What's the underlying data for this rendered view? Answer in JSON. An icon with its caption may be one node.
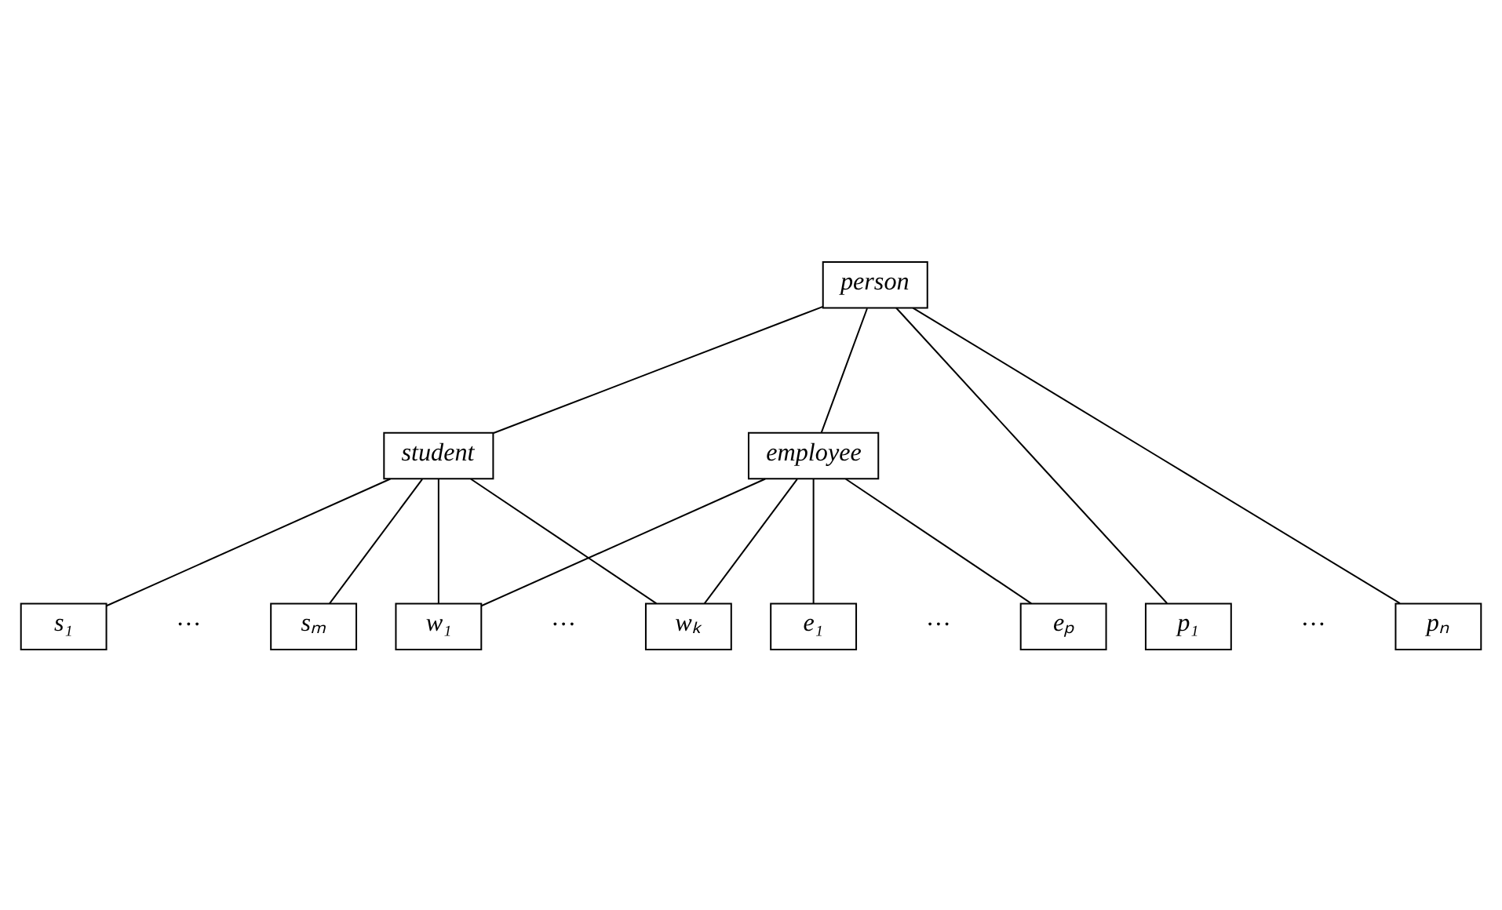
{
  "diagram": {
    "nodes": [
      {
        "text": [
          "person"
        ]
      },
      {
        "text": [
          "student"
        ]
      },
      {
        "text": [
          "employee"
        ]
      },
      {
        "text": [
          "p₁"
        ]
      },
      {
        "text": [
          "pₙ"
        ]
      },
      {
        "text": [
          "s₁"
        ]
      },
      {
        "text": [
          "sₘ"
        ]
      },
      {
        "text": [
          "w₁"
        ]
      },
      {
        "text": [
          "wₖ"
        ]
      },
      {
        "text": [
          "e₁"
        ]
      },
      {
        "text": [
          "eₚ"
        ]
      }
    ],
    "edges": [
      {
        "from": 0,
        "to": 3,
        "arrow": "none"
      },
      {
        "from": 0,
        "to": 4,
        "arrow": "none"
      },
      {
        "from": 0,
        "to": 1,
        "arrow": "none"
      },
      {
        "from": 0,
        "to": 2,
        "arrow": "none"
      },
      {
        "from": 1,
        "to": 5,
        "arrow": "none"
      },
      {
        "from": 1,
        "to": 6,
        "arrow": "none"
      },
      {
        "from": 1,
        "to": 7,
        "arrow": "none"
      },
      {
        "from": 1,
        "to": 8,
        "arrow": "none"
      },
      {
        "from": 2,
        "to": 7,
        "arrow": "none"
      },
      {
        "from": 2,
        "to": 8,
        "arrow": "none"
      },
      {
        "from": 2,
        "to": 9,
        "arrow": "none"
      },
      {
        "from": 2,
        "to": 10,
        "arrow": "none"
      }
    ],
    "labels": [
      "···",
      "···",
      "···",
      "···"
    ]
  }
}
